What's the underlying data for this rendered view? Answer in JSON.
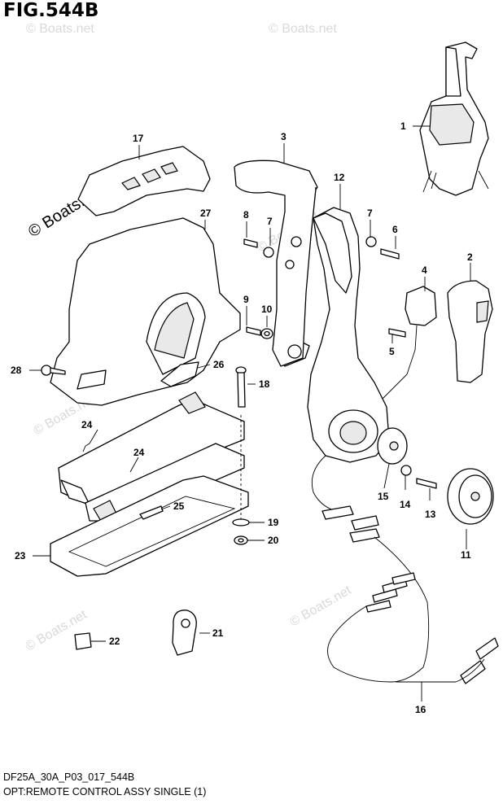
{
  "figure": {
    "title": "FIG.544B",
    "footer_code": "DF25A_30A_P03_017_544B",
    "footer_description": "OPT:REMOTE CONTROL ASSY SINGLE (1)"
  },
  "watermark": {
    "primary": "© Boats.net",
    "faint": "© Boats.net"
  },
  "callouts": {
    "c1": "1",
    "c2": "2",
    "c3": "3",
    "c4": "4",
    "c5": "5",
    "c6": "6",
    "c7a": "7",
    "c7b": "7",
    "c8": "8",
    "c9": "9",
    "c10": "10",
    "c11": "11",
    "c12": "12",
    "c13": "13",
    "c14": "14",
    "c15": "15",
    "c16": "16",
    "c17": "17",
    "c18": "18",
    "c19": "19",
    "c20": "20",
    "c21": "21",
    "c22": "22",
    "c23": "23",
    "c24a": "24",
    "c24b": "24",
    "c25": "25",
    "c26": "26",
    "c27": "27",
    "c28": "28"
  }
}
